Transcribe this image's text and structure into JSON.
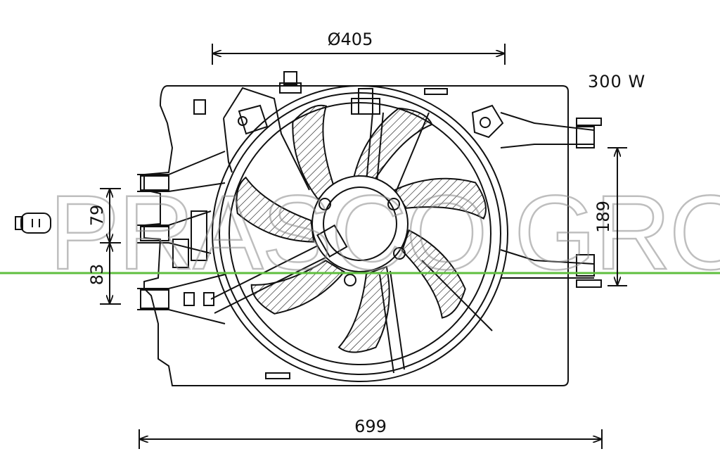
{
  "dimensions": {
    "fan_diameter": "Ø405",
    "overall_width": "699",
    "right_height": "189",
    "left_upper_offset": "79",
    "left_lower_offset": "83"
  },
  "specs": {
    "power": "300 W"
  },
  "watermark": {
    "text": "PRASCO GROUP",
    "color": "#8a8a8a"
  },
  "colors": {
    "line": "#111111",
    "guide_line": "#5fbf3f"
  },
  "icons": {
    "connector": "electrical-connector-icon"
  }
}
